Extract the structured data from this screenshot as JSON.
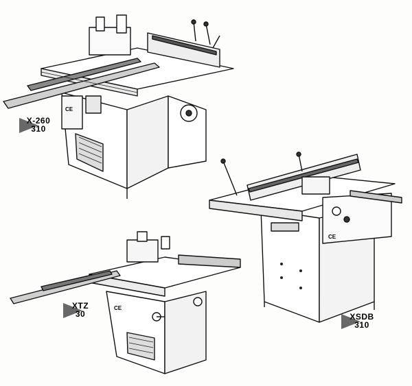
{
  "machines": [
    {
      "id": "x260",
      "model": "X-260",
      "size": "310"
    },
    {
      "id": "xtz",
      "model": "XTZ",
      "size": "30"
    },
    {
      "id": "xsdb",
      "model": "XSDB",
      "size": "310"
    }
  ]
}
